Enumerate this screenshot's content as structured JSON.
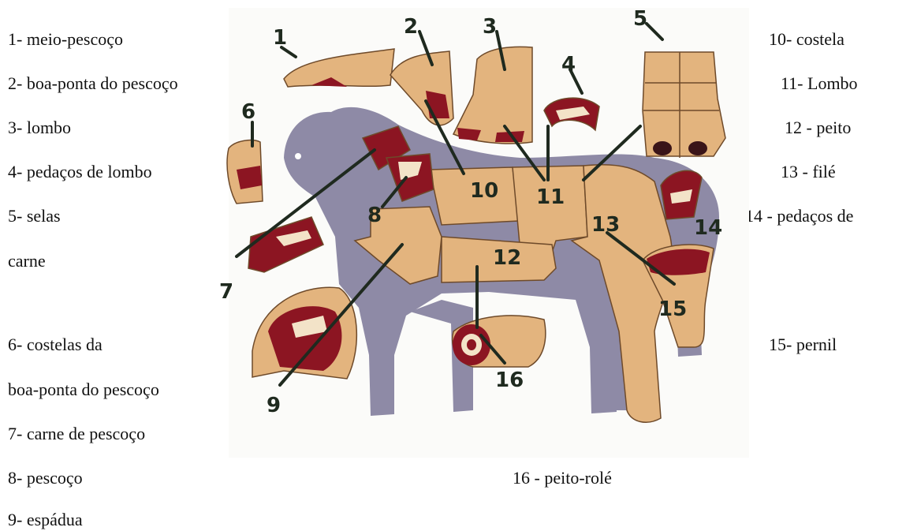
{
  "legend": {
    "l1": "1- meio-pescoço",
    "l2": "2- boa-ponta do pescoço",
    "l3": "3- lombo",
    "l4": "4- pedaços de lombo",
    "l5": "5- selas",
    "l5b": "carne",
    "l6a": "6- costelas da",
    "l6b": "boa-ponta do pescoço",
    "l7": "7- carne de pescoço",
    "l8": "8- pescoço",
    "l9": "9- espádua",
    "l10": "10- costela",
    "l11": "11- Lombo",
    "l12": "12 - peito",
    "l13": "13 - filé",
    "l14": "14 - pedaços de",
    "l15": "15- pernil",
    "l16": "16 - peito-rolé"
  },
  "diagram": {
    "numbers": [
      "1",
      "2",
      "3",
      "4",
      "5",
      "6",
      "7",
      "8",
      "9",
      "10",
      "11",
      "12",
      "13",
      "14",
      "15",
      "16"
    ],
    "colors": {
      "silhouette": "#8e8aa6",
      "fat": "#e3b47e",
      "meat": "#8c1522",
      "leader": "#1f2a1f"
    }
  }
}
